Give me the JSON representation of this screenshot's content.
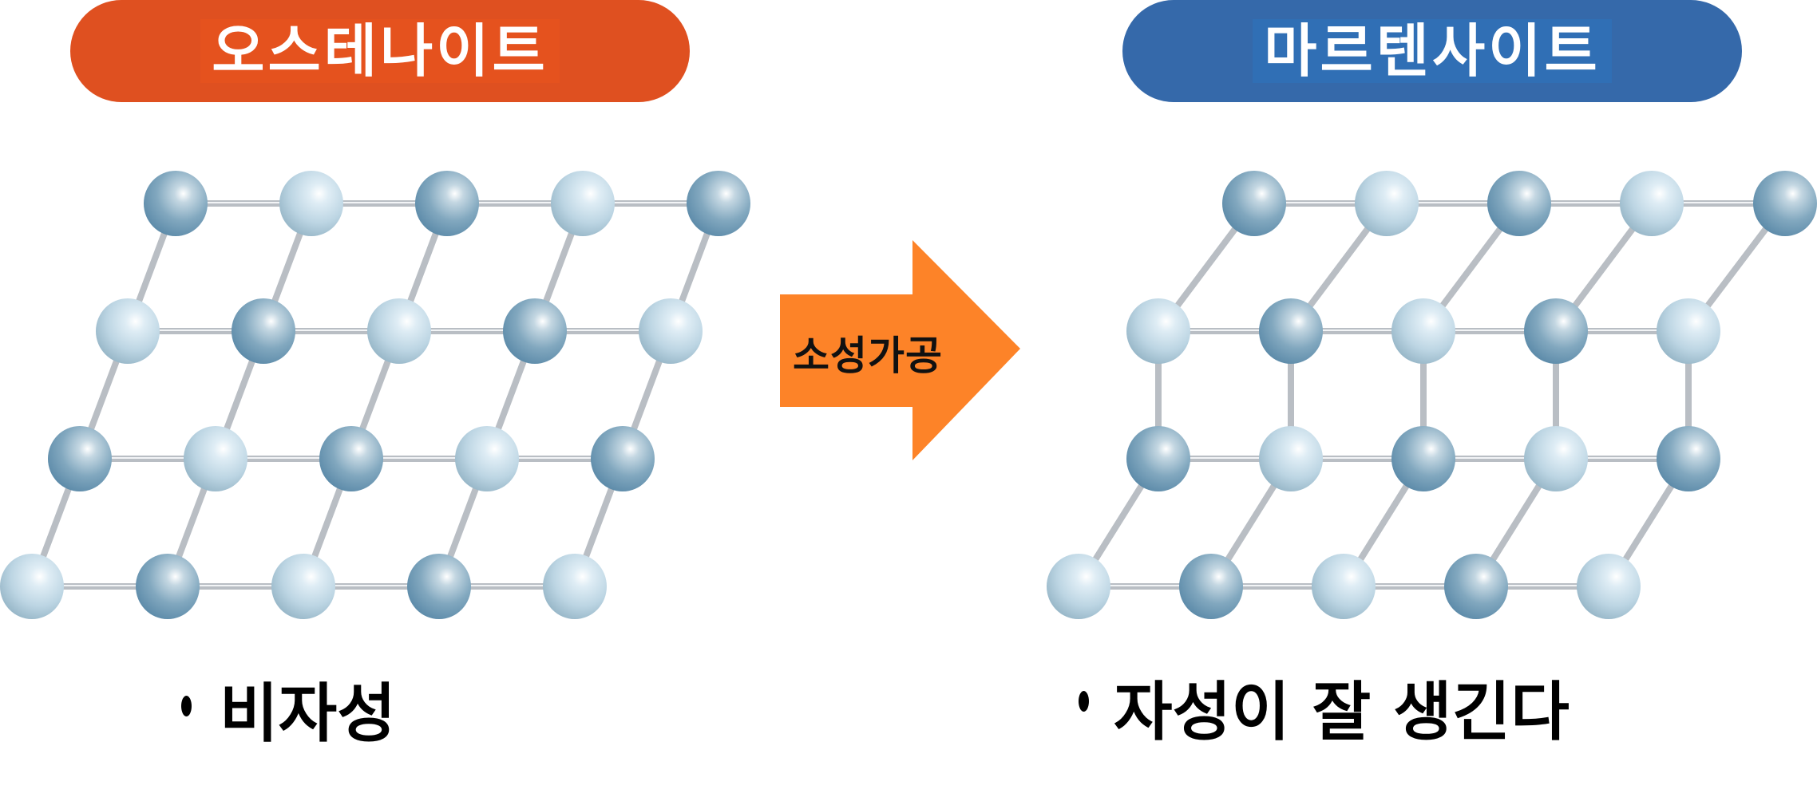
{
  "left_panel": {
    "title": "오스테나이트",
    "title_bg": "#df5020",
    "caption": "비자성",
    "lattice": "tilted (sheared) rhombic lattice, 4 rows × 5 atoms, alternating dark/light atoms"
  },
  "right_panel": {
    "title": "마르텐사이트",
    "title_bg": "#3569aa",
    "caption": "자성이 잘 생긴다",
    "lattice": "distorted lattice, 4 rows × 5 atoms, middle rows joined by vertical bonds"
  },
  "arrow": {
    "label": "소성가공",
    "color": "#fd8328",
    "icon": "right-arrow-icon"
  },
  "colors": {
    "atom_dark": "#5a89a8",
    "atom_light": "#c2dbe8",
    "bond": "#b8bcc2",
    "caption_text": "#000000"
  },
  "bullet_glyph": "·"
}
